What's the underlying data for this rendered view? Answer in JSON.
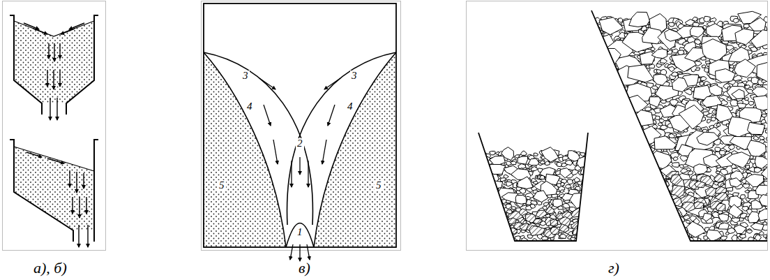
{
  "diagram": {
    "labels": [
      "3",
      "3",
      "4",
      "4",
      "2",
      "5",
      "5",
      "1",
      "а), б)",
      "в)",
      "г)"
    ]
  }
}
